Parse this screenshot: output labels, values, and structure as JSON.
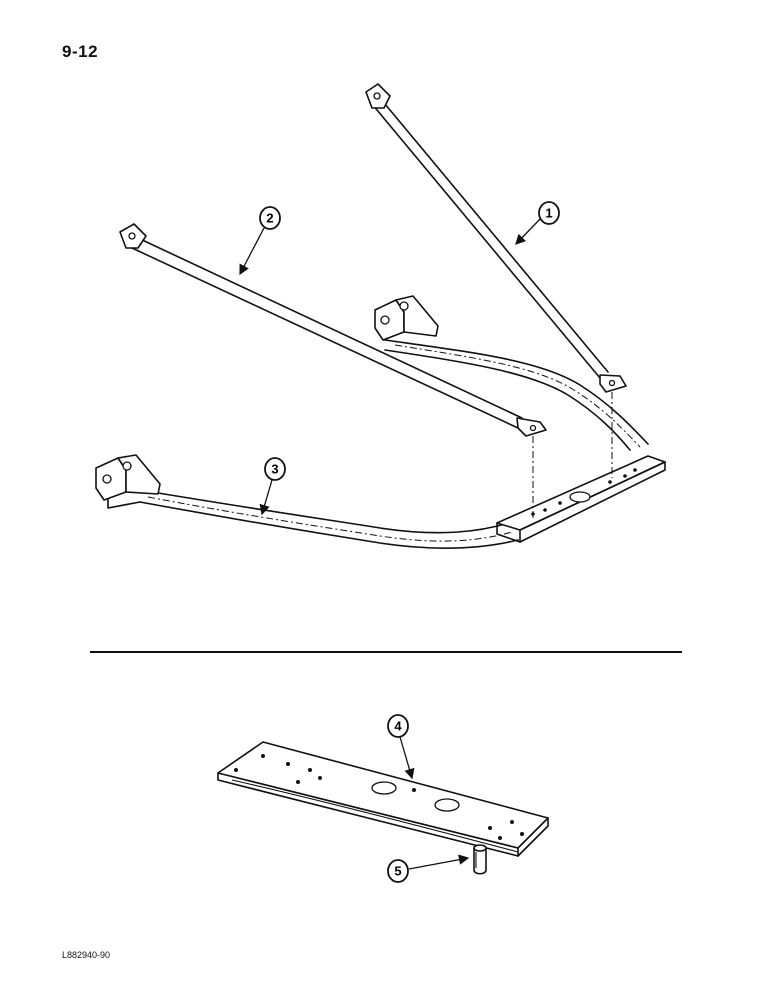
{
  "page": {
    "number": "9-12",
    "figure_code": "L882940-90"
  },
  "callouts": [
    {
      "id": "1",
      "label": "1"
    },
    {
      "id": "2",
      "label": "2"
    },
    {
      "id": "3",
      "label": "3"
    },
    {
      "id": "4",
      "label": "4"
    },
    {
      "id": "5",
      "label": "5"
    }
  ]
}
